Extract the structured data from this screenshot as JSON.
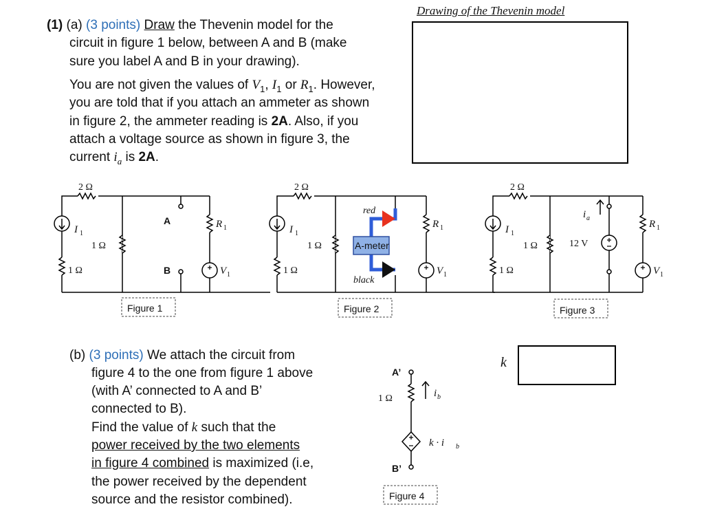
{
  "part_a": {
    "number": "(1)",
    "letter": "(a)",
    "points": "(3 points)",
    "draw_word": "Draw",
    "line1_rest": " the Thevenin model for the",
    "line2": "circuit in figure 1 below, between A and B (make",
    "line3": "sure you label A and B in your drawing).",
    "p2_l1_a": "You are not given the values of ",
    "p2_l1_v": "V",
    "p2_l1_c1": ", ",
    "p2_l1_i": "I",
    "p2_l1_or": " or ",
    "p2_l1_r": "R",
    "p2_l1_sub": "1",
    "p2_l1_end": ". However,",
    "p2_l2": "you are told that if you attach an ammeter as shown",
    "p2_l3_a": "in figure 2, the ammeter reading is ",
    "p2_l3_b": "2A",
    "p2_l3_c": ". Also, if you",
    "p2_l4": "attach a voltage source as shown in figure 3, the",
    "p2_l5_a": "current ",
    "p2_l5_i": "i",
    "p2_l5_sub": "a",
    "p2_l5_b": " is ",
    "p2_l5_c": "2A",
    "p2_l5_d": "."
  },
  "answer_box_title": "Drawing of the Thevenin model",
  "figures": {
    "fig1": "Figure 1",
    "fig2": "Figure 2",
    "fig3": "Figure 3",
    "fig4": "Figure 4",
    "two_ohm": "2 Ω",
    "one_ohm": "1 Ω",
    "I": "I",
    "V": "V",
    "R": "R",
    "sub1": "1",
    "A": "A",
    "B": "B",
    "red": "red",
    "black": "black",
    "ameter": "A-meter",
    "twelve_v": "12 V",
    "ia": "i",
    "ia_sub": "a",
    "Aprime": "A’",
    "Bprime": "B’",
    "ib": "i",
    "ib_sub": "b",
    "k_ib": "k · i",
    "k": "k"
  },
  "part_b": {
    "letter": "(b)",
    "points": "(3 points)",
    "l1_rest": " We attach the circuit from",
    "l2": "figure 4 to the one from figure 1 above",
    "l3": "(with A’ connected to A and B’",
    "l4": "connected to B).",
    "l5_a": "Find the value of ",
    "l5_k": "k",
    "l5_b": " such that the",
    "l6": "power received by the two elements",
    "l7": "in figure 4 combined",
    "l7_rest": " is maximized (i.e,",
    "l8": "the power received by the dependent",
    "l9": "source and the resistor combined)."
  }
}
